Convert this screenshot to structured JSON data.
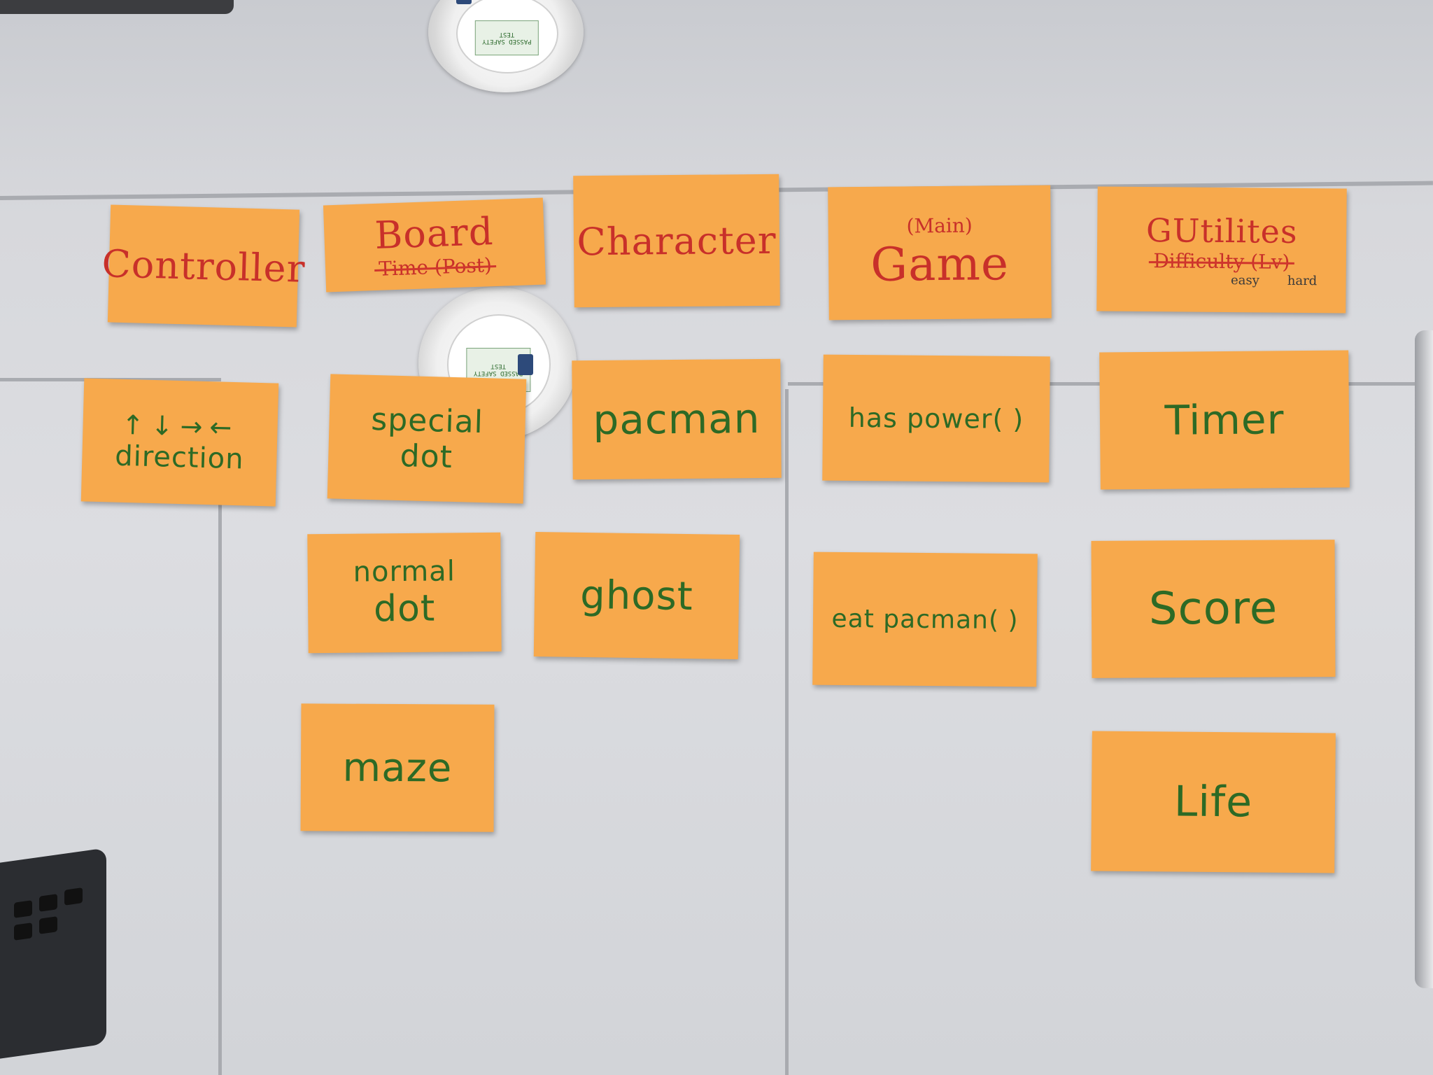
{
  "colors": {
    "note": "#f7a94c",
    "ink_green": "#2d6a25",
    "ink_red": "#c8302a",
    "wall": "#dcdde1"
  },
  "sockets": [
    {
      "label": "PASSED SAFETY TEST",
      "usb": "usb-port"
    },
    {
      "label": "PASSED SAFETY TEST",
      "usb": "usb-port"
    }
  ],
  "notes": {
    "controller": "Controller",
    "board": "Board",
    "board_crossed": "Time (Post)",
    "character": "Character",
    "game_sub": "(Main)",
    "game": "Game",
    "utilities": "GUtilites",
    "utilities_crossed": "Difficulty (Lv)",
    "utilities_easy": "easy",
    "utilities_hard": "hard",
    "direction_arrows": "↑↓→←",
    "direction": "direction",
    "special_dot_1": "special",
    "special_dot_2": "dot",
    "pacman": "pacman",
    "has_power": "has power( )",
    "timer": "Timer",
    "normal_dot_1": "normal",
    "normal_dot_2": "dot",
    "ghost": "ghost",
    "eat_pacman": "eat pacman( )",
    "score": "Score",
    "maze": "maze",
    "life": "Life"
  }
}
